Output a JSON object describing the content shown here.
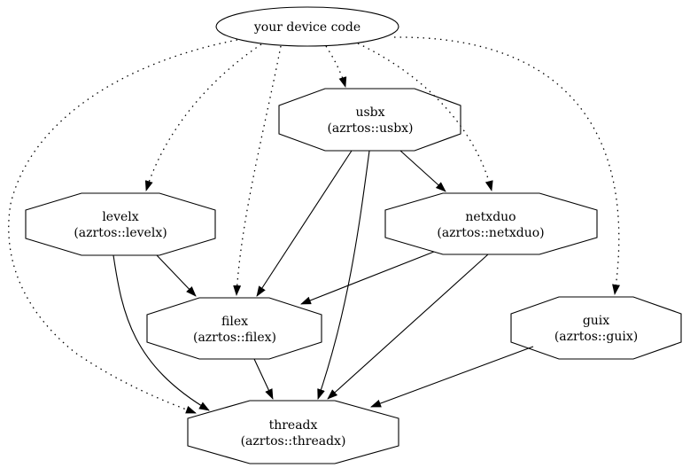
{
  "diagram": {
    "type": "dependency-graph",
    "colors": {
      "background": "#ffffff",
      "stroke": "#000000",
      "text": "#000000"
    },
    "nodes": {
      "device_code": {
        "shape": "ellipse",
        "label": "your device code"
      },
      "usbx": {
        "shape": "octagon",
        "line1": "usbx",
        "line2": "(azrtos::usbx)"
      },
      "levelx": {
        "shape": "octagon",
        "line1": "levelx",
        "line2": "(azrtos::levelx)"
      },
      "netxduo": {
        "shape": "octagon",
        "line1": "netxduo",
        "line2": "(azrtos::netxduo)"
      },
      "filex": {
        "shape": "octagon",
        "line1": "filex",
        "line2": "(azrtos::filex)"
      },
      "guix": {
        "shape": "octagon",
        "line1": "guix",
        "line2": "(azrtos::guix)"
      },
      "threadx": {
        "shape": "octagon",
        "line1": "threadx",
        "line2": "(azrtos::threadx)"
      }
    },
    "edges": [
      {
        "from": "your device code",
        "to": "usbx",
        "style": "dotted"
      },
      {
        "from": "your device code",
        "to": "levelx",
        "style": "dotted"
      },
      {
        "from": "your device code",
        "to": "netxduo",
        "style": "dotted"
      },
      {
        "from": "your device code",
        "to": "filex",
        "style": "dotted"
      },
      {
        "from": "your device code",
        "to": "guix",
        "style": "dotted"
      },
      {
        "from": "your device code",
        "to": "threadx",
        "style": "dotted"
      },
      {
        "from": "usbx",
        "to": "netxduo",
        "style": "solid"
      },
      {
        "from": "usbx",
        "to": "filex",
        "style": "solid"
      },
      {
        "from": "usbx",
        "to": "threadx",
        "style": "solid"
      },
      {
        "from": "levelx",
        "to": "filex",
        "style": "solid"
      },
      {
        "from": "levelx",
        "to": "threadx",
        "style": "solid"
      },
      {
        "from": "netxduo",
        "to": "filex",
        "style": "solid"
      },
      {
        "from": "netxduo",
        "to": "threadx",
        "style": "solid"
      },
      {
        "from": "filex",
        "to": "threadx",
        "style": "solid"
      },
      {
        "from": "guix",
        "to": "threadx",
        "style": "solid"
      }
    ]
  }
}
